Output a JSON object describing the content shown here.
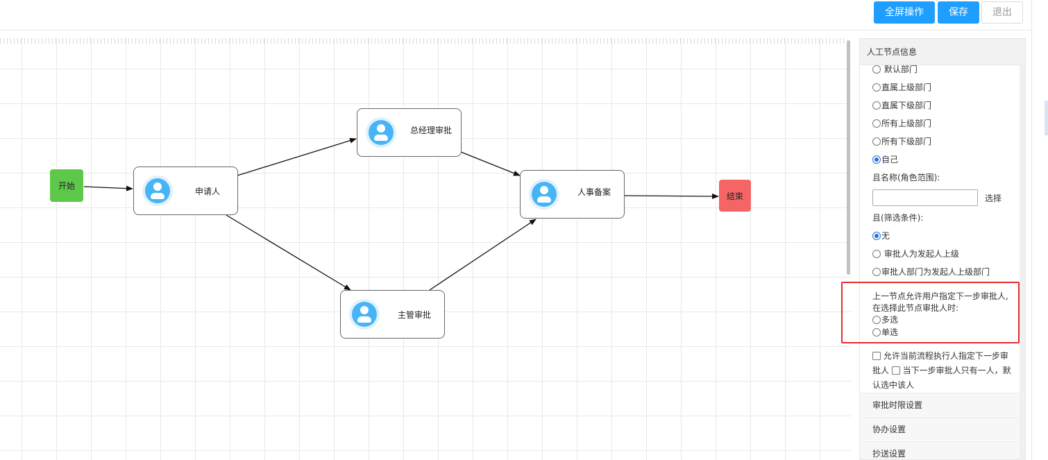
{
  "toolbar": {
    "fullscreen_label": "全屏操作",
    "save_label": "保存",
    "exit_label": "退出"
  },
  "flow": {
    "start": "开始",
    "end": "结束",
    "nodes": {
      "applicant": "申请人",
      "gm_approval": "总经理审批",
      "supervisor_approval": "主管审批",
      "hr_record": "人事备案"
    }
  },
  "panel": {
    "title": "人工节点信息",
    "dept_options": [
      {
        "label": "默认部门",
        "checked": false
      },
      {
        "label": "直属上级部门",
        "checked": false
      },
      {
        "label": "直属下级部门",
        "checked": false
      },
      {
        "label": "所有上级部门",
        "checked": false
      },
      {
        "label": "所有下级部门",
        "checked": false
      },
      {
        "label": "自己",
        "checked": true
      }
    ],
    "name_label": "且名称(角色范围):",
    "name_input_value": "",
    "choose_label": "选择",
    "filter_label": "且(筛选条件):",
    "filter_options": [
      {
        "label": "无",
        "checked": true
      },
      {
        "label": "审批人为发起人上级",
        "checked": false
      },
      {
        "label": "审批人部门为发起人上级部门",
        "checked": false
      }
    ],
    "prev_node_text_1": "上一节点允许用户指定下一步审批人,",
    "prev_node_text_2": "在选择此节点审批人时:",
    "select_mode_options": [
      {
        "label": "多选",
        "checked": false
      },
      {
        "label": "单选",
        "checked": false
      }
    ],
    "allow_assign_text": "允许当前流程执行人指定下一步审批人",
    "auto_select_text": "当下一步审批人只有一人，默认选中该人",
    "sections": [
      "审批时限设置",
      "协办设置",
      "抄送设置"
    ]
  }
}
